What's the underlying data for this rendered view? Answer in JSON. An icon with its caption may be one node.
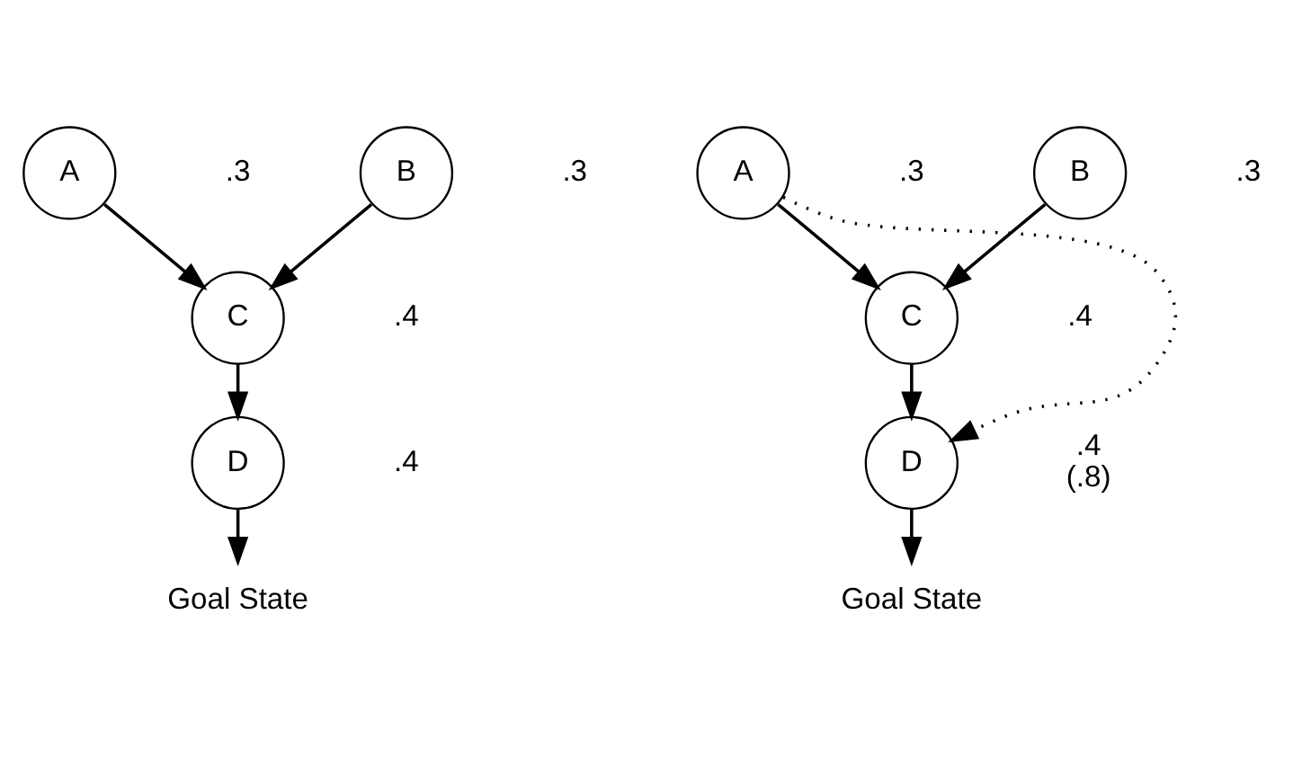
{
  "diagram": {
    "nodes": [
      {
        "text": [
          "A"
        ],
        "beside": [
          ".3"
        ]
      },
      {
        "text": [
          "B"
        ],
        "beside": [
          ".3"
        ]
      },
      {
        "text": [
          "C"
        ],
        "beside": [
          ".4"
        ]
      },
      {
        "text": [
          "D"
        ],
        "beside": [
          ".4"
        ]
      },
      {
        "text": [
          "Goal State"
        ]
      },
      {
        "text": [
          "A"
        ],
        "beside": [
          ".3"
        ]
      },
      {
        "text": [
          "B"
        ],
        "beside": [
          ".3"
        ]
      },
      {
        "text": [
          "C"
        ],
        "beside": [
          ".4"
        ]
      },
      {
        "text": [
          "D"
        ],
        "beside": [
          ".4",
          "(.8)"
        ]
      },
      {
        "text": [
          "Goal State"
        ]
      }
    ],
    "edges": [
      {
        "from": 0,
        "to": 2,
        "arrow": "to"
      },
      {
        "from": 1,
        "to": 2,
        "arrow": "to"
      },
      {
        "from": 2,
        "to": 3,
        "arrow": "to"
      },
      {
        "from": 3,
        "to": 4,
        "arrow": "to"
      },
      {
        "from": 5,
        "to": 7,
        "arrow": "to"
      },
      {
        "from": 6,
        "to": 7,
        "arrow": "to"
      },
      {
        "from": 7,
        "to": 8,
        "arrow": "to"
      },
      {
        "from": 8,
        "to": 9,
        "arrow": "to"
      },
      {
        "from": 5,
        "to": 8,
        "arrow": "to",
        "style": "dashed"
      }
    ]
  }
}
